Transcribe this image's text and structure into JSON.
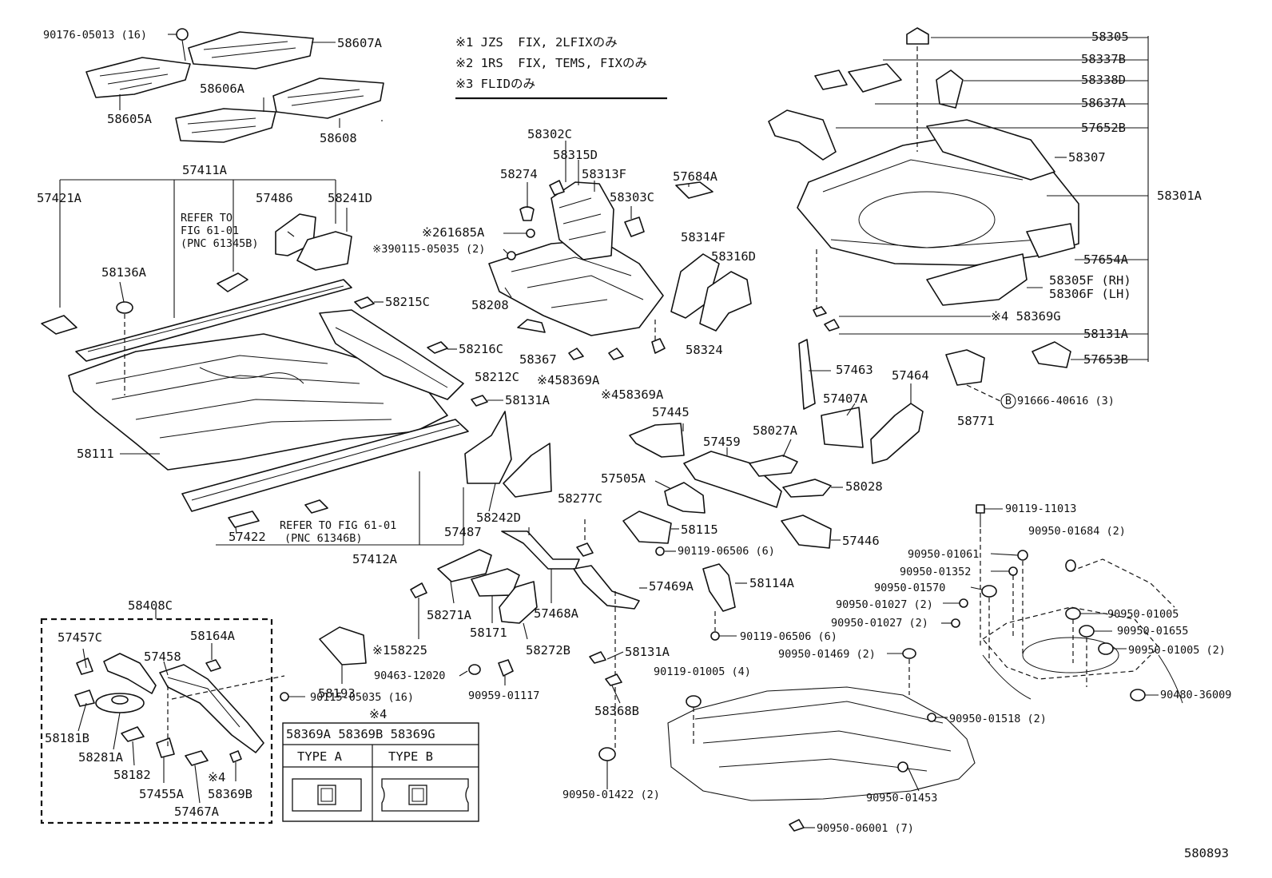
{
  "diagram_id": "580893",
  "labels": {
    "p90176": "90176-05013 (16)",
    "p58607A": "58607A",
    "p58606A": "58606A",
    "p58605A": "58605A",
    "p58608": "58608",
    "n1": "※1 JZS  FIX, 2LFIXのみ",
    "n2": "※2 1RS  FIX, TEMS, FIXのみ",
    "n3": "※3 FLIDのみ",
    "p58305": "58305",
    "p58337B": "58337B",
    "p58338D": "58338D",
    "p58637A": "58637A",
    "p57652B": "57652B",
    "p58307": "58307",
    "p58301A": "58301A",
    "p57654A": "57654A",
    "p58305F": "58305F (RH)",
    "p58306F": "58306F (LH)",
    "p58369G": "※4 58369G",
    "p58131A_r": "58131A",
    "p57653B": "57653B",
    "p57411A": "57411A",
    "p57421A": "57421A",
    "refer1a": "REFER TO",
    "refer1b": "FIG 61-01",
    "refer1c": "(PNC 61345B)",
    "p57486": "57486",
    "p58241D": "58241D",
    "p58136A": "58136A",
    "p58215C": "58215C",
    "p58216C": "58216C",
    "p58212C": "58212C",
    "p58131A_m": "58131A",
    "p58111": "58111",
    "p58302C": "58302C",
    "p58315D": "58315D",
    "p58274": "58274",
    "p58313F": "58313F",
    "p58303C": "58303C",
    "p57684A": "57684A",
    "p61685A": "※261685A",
    "p90115a": "※390115-05035 (2)",
    "p58314F": "58314F",
    "p58316D": "58316D",
    "p58208": "58208",
    "p58367": "58367",
    "p58324": "58324",
    "p58369A_1": "※458369A",
    "p58369A_2": "※458369A",
    "p57463": "57463",
    "p57464": "57464",
    "p57407A": "57407A",
    "p58771": "58771",
    "p91666": "91666-40616 (3)",
    "bmark": "B",
    "p57445": "57445",
    "p58027A": "58027A",
    "p57459": "57459",
    "p57505A": "57505A",
    "p58028": "58028",
    "p58115": "58115",
    "p57446": "57446",
    "p58277C": "58277C",
    "p58242D": "58242D",
    "p57487": "57487",
    "p57422": "57422",
    "refer2a": "REFER TO FIG 61-01",
    "refer2b": "(PNC 61346B)",
    "p57412A": "57412A",
    "p90119_06506a": "90119-06506 (6)",
    "p58114A": "58114A",
    "p57469A": "57469A",
    "p58271A": "58271A",
    "p58171": "58171",
    "p57468A": "57468A",
    "p58272B": "58272B",
    "p58225": "※158225",
    "p90463": "90463-12020",
    "p90959": "90959-01117",
    "p58193": "58193",
    "p58131A_b": "58131A",
    "p58368B": "58368B",
    "p90119_06506b": "90119-06506 (6)",
    "p90119_11013": "90119-11013",
    "p90950_01684": "90950-01684 (2)",
    "p90950_01061": "90950-01061",
    "p90950_01352": "90950-01352",
    "p90950_01570": "90950-01570",
    "p90950_01027a": "90950-01027 (2)",
    "p90950_01027b": "90950-01027 (2)",
    "p90950_01005a": "90950-01005",
    "p90950_01655": "90950-01655",
    "p90950_01469": "90950-01469 (2)",
    "p90950_01005b": "90950-01005 (2)",
    "p90119_01005": "90119-01005 (4)",
    "p90480": "90480-36009",
    "p90950_01518": "90950-01518 (2)",
    "p90950_01453": "90950-01453",
    "p90950_01422": "90950-01422 (2)",
    "p90950_06001": "90950-06001 (7)",
    "p58408C": "58408C",
    "p57457C": "57457C",
    "p58164A": "58164A",
    "p57458": "57458",
    "p90115b": "90115-05035 (16)",
    "p58181B": "58181B",
    "p58281A": "58281A",
    "p58182": "58182",
    "p57455A": "57455A",
    "p58369B_s": "※4",
    "p58369B": "58369B",
    "p57467A": "57467A",
    "type_mark": "※4",
    "type_h1": "58369A 58369B 58369G",
    "type_a": "TYPE A",
    "type_b": "TYPE B"
  }
}
